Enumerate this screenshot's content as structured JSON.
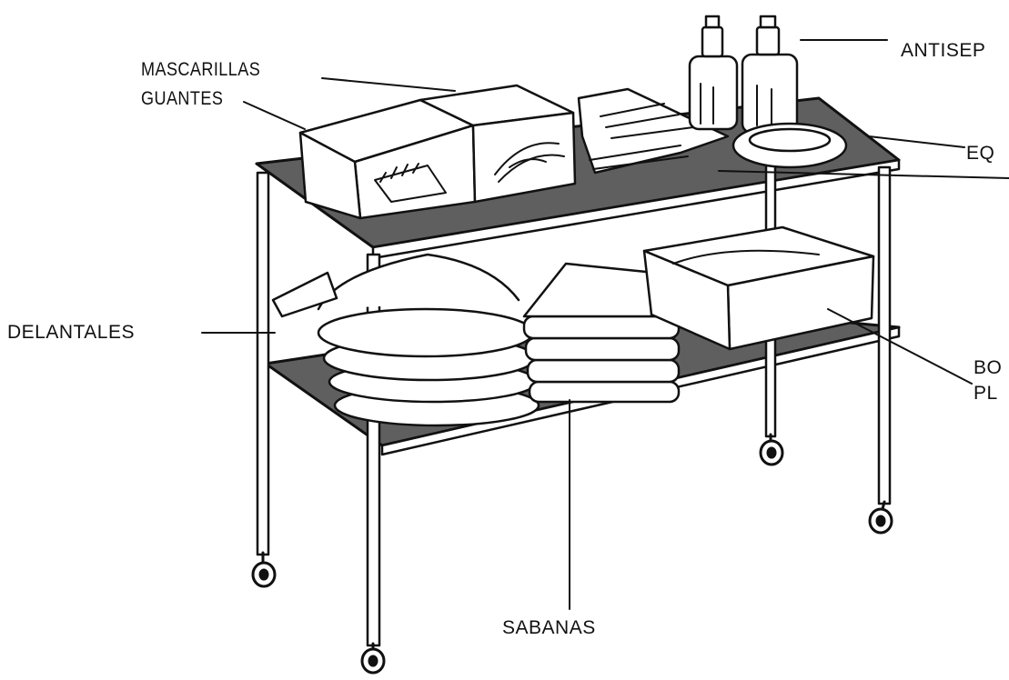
{
  "labels": {
    "mascarillas": "MASCARILLAS",
    "guantes": "GUANTES",
    "antiseptico": "ANTISEP",
    "equipo": "EQ",
    "delantales": "DELANTALES",
    "bolsas_line1": "BO",
    "bolsas_line2": "PL",
    "sabanas": "SABANAS"
  },
  "colors": {
    "ink": "#111111",
    "shelf": "#5f5f5f",
    "background": "#ffffff"
  }
}
